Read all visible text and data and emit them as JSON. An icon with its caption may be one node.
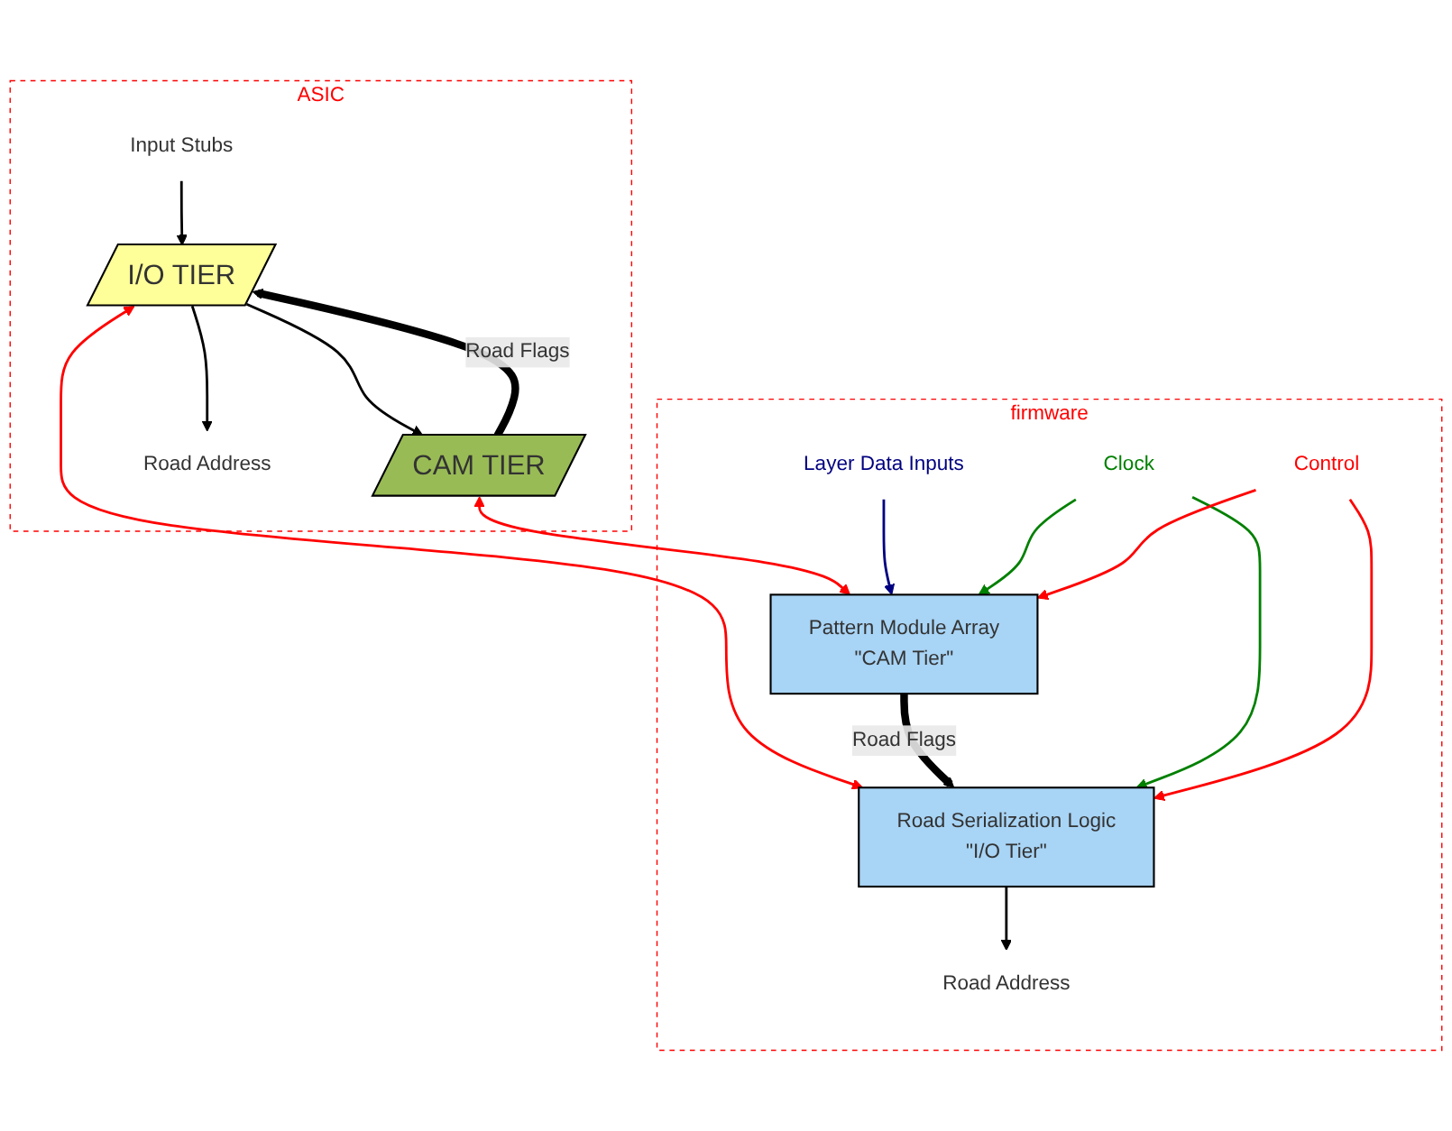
{
  "diagram": {
    "nodes": [
      {
        "text": [
          "ASIC"
        ]
      },
      {
        "text": [
          "I/O TIER"
        ],
        "in": 0
      },
      {
        "text": [
          "CAM TIER"
        ],
        "in": 0
      },
      {
        "text": [
          "Input Stubs"
        ],
        "in": 0
      },
      {
        "text": [
          "Road Address"
        ],
        "in": 0
      },
      {
        "text": [
          "firmware"
        ]
      },
      {
        "text": [
          "Pattern Module Array",
          "\"CAM Tier\""
        ],
        "in": 5
      },
      {
        "text": [
          "Road Serialization Logic",
          "\"I/O Tier\""
        ],
        "in": 5
      },
      {
        "text": [
          "Layer Data Inputs"
        ],
        "in": 5
      },
      {
        "text": [
          "Clock"
        ],
        "in": 5
      },
      {
        "text": [
          "Control"
        ],
        "in": 5
      },
      {
        "text": [
          "Road Address"
        ],
        "in": 5
      }
    ],
    "edges": [
      {
        "from": 3,
        "to": 1,
        "arrow": "to"
      },
      {
        "from": 1,
        "to": 2,
        "arrow": "to"
      },
      {
        "from": 2,
        "to": 1,
        "arrow": "to",
        "label": "Road Flags",
        "style": "thick"
      },
      {
        "from": 1,
        "to": 4,
        "arrow": "to"
      },
      {
        "from": 2,
        "to": 6,
        "arrow": "both",
        "color": "#ff0000"
      },
      {
        "from": 1,
        "to": 7,
        "arrow": "both",
        "color": "#ff0000"
      },
      {
        "from": 8,
        "to": 6,
        "arrow": "to",
        "color": "#000080"
      },
      {
        "from": 6,
        "to": 7,
        "arrow": "to",
        "label": "Road Flags",
        "style": "thick"
      },
      {
        "from": 7,
        "to": 11,
        "arrow": "to"
      },
      {
        "from": 9,
        "to": 6,
        "arrow": "to",
        "color": "#008000"
      },
      {
        "from": 9,
        "to": 7,
        "arrow": "to",
        "color": "#008000"
      },
      {
        "from": 10,
        "to": 6,
        "arrow": "to",
        "color": "#ff0000"
      },
      {
        "from": 10,
        "to": 7,
        "arrow": "to",
        "color": "#ff0000"
      }
    ]
  }
}
